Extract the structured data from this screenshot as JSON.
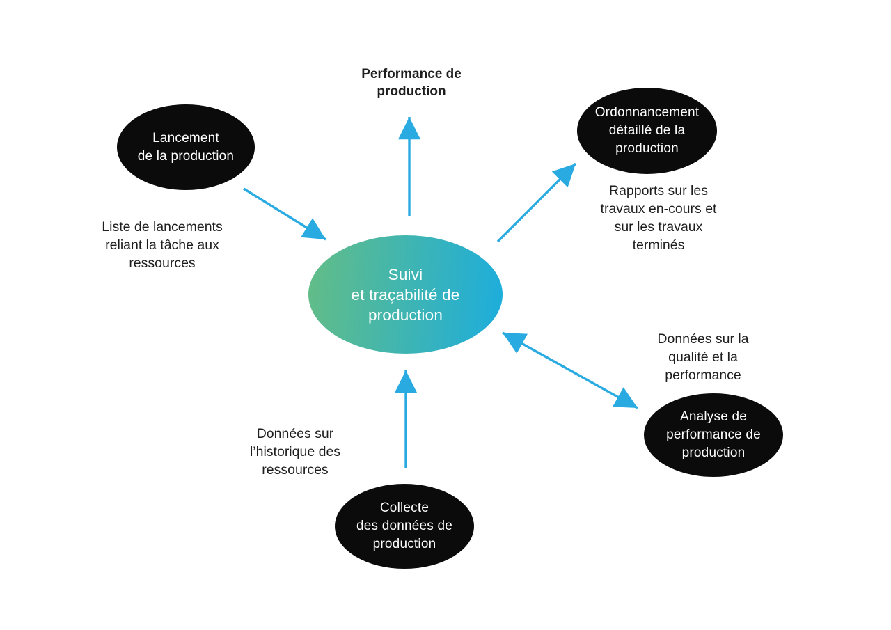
{
  "diagram": {
    "title_hint": "Suivi et traçabilité de production - flux de données",
    "center": {
      "label": "Suivi\net traçabilité de\nproduction"
    },
    "external": {
      "label": "Performance de\nproduction"
    },
    "nodes": [
      {
        "id": "lancement",
        "label": "Lancement\nde la production"
      },
      {
        "id": "ordonnancement",
        "label": "Ordonnancement\ndétaillé de la\nproduction"
      },
      {
        "id": "analyse",
        "label": "Analyse de\nperformance de\nproduction"
      },
      {
        "id": "collecte",
        "label": "Collecte\ndes données de\nproduction"
      }
    ],
    "annotations": [
      {
        "id": "liste-lancements",
        "text": "Liste de lancements\nreliant la tâche aux\nressources"
      },
      {
        "id": "rapports-travaux",
        "text": "Rapports sur les\ntravaux en-cours et\nsur les travaux\nterminés"
      },
      {
        "id": "donnees-qualite",
        "text": "Données sur la\nqualité et la\nperformance"
      },
      {
        "id": "donnees-historique",
        "text": "Données sur\nl’historique des\nressources"
      }
    ],
    "arrows": [
      {
        "from": "lancement",
        "to": "center",
        "heads": "end"
      },
      {
        "from": "center",
        "to": "performance-de-production",
        "heads": "end"
      },
      {
        "from": "center",
        "to": "ordonnancement",
        "heads": "end"
      },
      {
        "from": "center",
        "to": "analyse",
        "heads": "both"
      },
      {
        "from": "collecte",
        "to": "center",
        "heads": "end"
      }
    ],
    "colors": {
      "arrow": "#29abe2",
      "node_fill": "#0b0b0b",
      "node_text": "#ffffff",
      "grad_start": "#63bd86",
      "grad_end": "#1caddd",
      "text": "#1e1e1e"
    }
  }
}
